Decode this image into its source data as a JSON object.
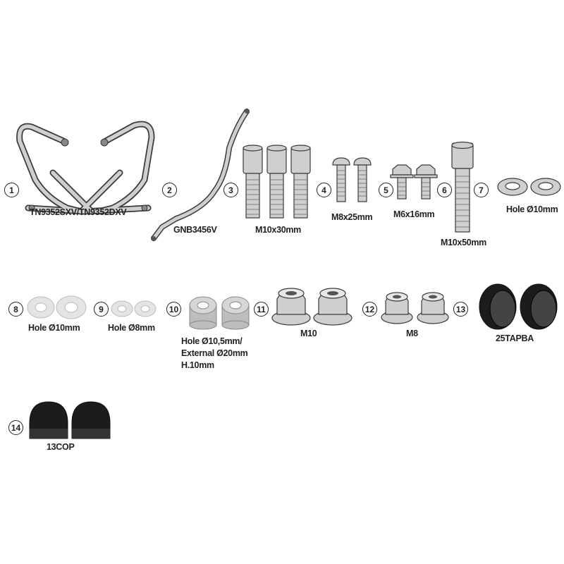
{
  "parts": [
    {
      "number": "1",
      "label": "TN9352SXV/TN9352DXV",
      "item": "engine-guard-bars"
    },
    {
      "number": "2",
      "label": "GNB3456V",
      "item": "bracket-rod"
    },
    {
      "number": "3",
      "label": "M10x30mm",
      "item": "allen-bolt"
    },
    {
      "number": "4",
      "label": "M8x25mm",
      "item": "button-head-bolt"
    },
    {
      "number": "5",
      "label": "M6x16mm",
      "item": "flange-hex-bolt"
    },
    {
      "number": "6",
      "label": "M10x50mm",
      "item": "long-allen-bolt"
    },
    {
      "number": "7",
      "label": "Hole Ø10mm",
      "item": "spring-washer"
    },
    {
      "number": "8",
      "label": "Hole Ø10mm",
      "item": "flat-washer"
    },
    {
      "number": "9",
      "label": "Hole Ø8mm",
      "item": "flat-washer"
    },
    {
      "number": "10",
      "label_lines": [
        "Hole Ø10,5mm/",
        "External Ø20mm",
        "H.10mm"
      ],
      "item": "spacer"
    },
    {
      "number": "11",
      "label": "M10",
      "item": "flange-nylon-nut"
    },
    {
      "number": "12",
      "label": "M8",
      "item": "flange-nylon-nut"
    },
    {
      "number": "13",
      "label": "25TAPBA",
      "item": "end-cap"
    },
    {
      "number": "14",
      "label": "13COP",
      "item": "nut-cover-cap"
    }
  ],
  "colors": {
    "metal": "#cfcfcf",
    "outline": "#3a3a3a",
    "washer": "#e4e4e4",
    "dark": "#1c1c1c"
  }
}
